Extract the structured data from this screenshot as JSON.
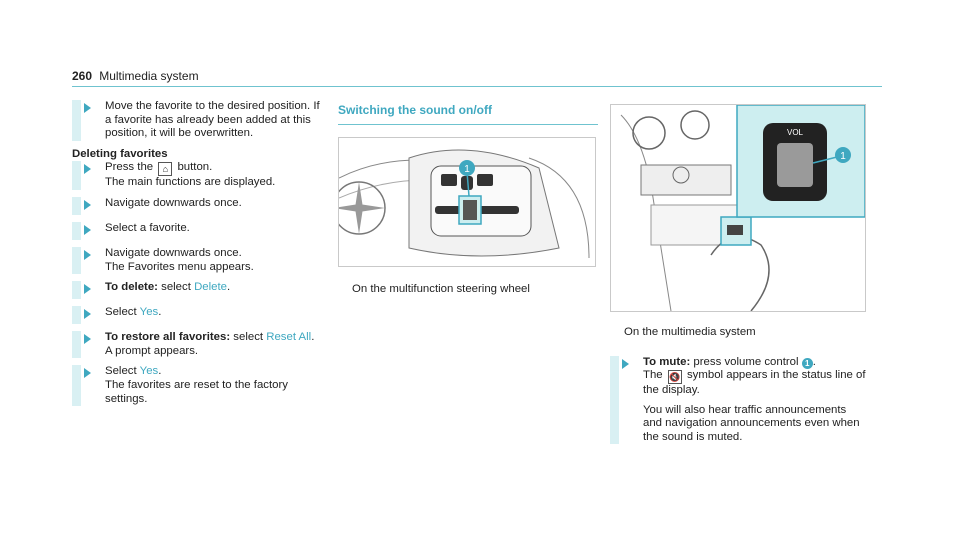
{
  "header": {
    "page_number": "260",
    "section": "Multimedia system"
  },
  "col1": {
    "step1_text": "Move the favorite to the desired position. If a favorite has already been added at this position, it will be overwritten.",
    "deleting_heading": "Deleting favorites",
    "step2_pre": "Press the",
    "step2_post": "button.",
    "step2_line2": "The main functions are displayed.",
    "step3": "Navigate downwards once.",
    "step4": "Select a favorite.",
    "step5": "Navigate downwards once.",
    "step5_line2": "The Favorites menu appears.",
    "step6_bold": "To delete:",
    "step6_mid": "select",
    "step6_link": "Delete",
    "step7_pre": "Select",
    "step7_link": "Yes",
    "step8_bold": "To restore all favorites:",
    "step8_mid": "select",
    "step8_link": "Reset All",
    "step8_line2": "A prompt appears.",
    "step9_pre": "Select",
    "step9_link": "Yes",
    "step9_line2": "The favorites are reset to the factory settings."
  },
  "col2": {
    "title": "Switching the sound on/off",
    "caption": "On the multifunction steering wheel",
    "callout": "1"
  },
  "col3": {
    "fig_label": "VOL",
    "callout": "1",
    "caption": "On the multimedia system",
    "mute_bold": "To mute:",
    "mute_text": "press volume control",
    "mute_callout": "1",
    "symbol_pre": "The",
    "symbol_post": "symbol appears in the status line of the display.",
    "note": "You will also hear traffic announcements and navigation announcements even when the sound is muted."
  },
  "colors": {
    "accent": "#3fa8c0",
    "bar": "#d9f0f3",
    "highlight": "#cdeef0"
  },
  "icons": [
    "home-icon",
    "mute-icon",
    "arrow-icon"
  ]
}
